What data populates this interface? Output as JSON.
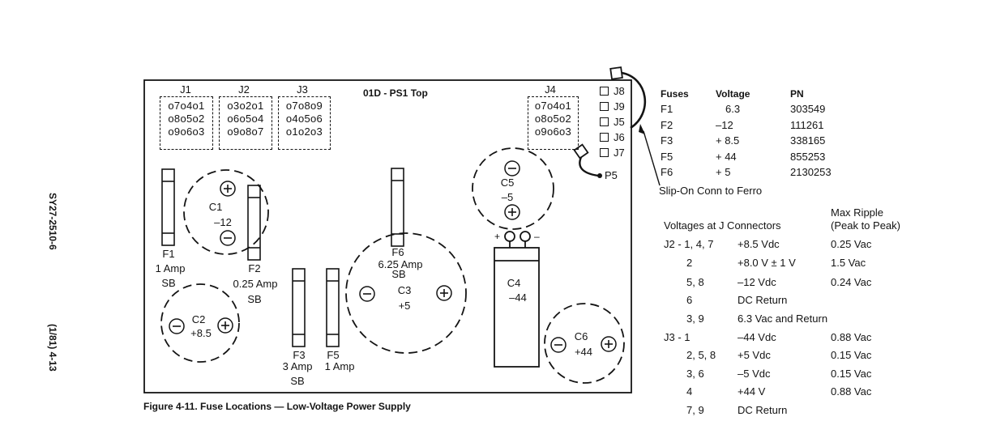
{
  "side_labels": {
    "doc_id": "SY27-2510-6",
    "page": "(1/81)   4-13"
  },
  "board": {
    "title": "01D - PS1 Top",
    "connectors": [
      {
        "name": "J1",
        "rows": [
          "o7o4o1",
          "o8o5o2",
          "o9o6o3"
        ]
      },
      {
        "name": "J2",
        "rows": [
          "o3o2o1",
          "o6o5o4",
          "o9o8o7"
        ]
      },
      {
        "name": "J3",
        "rows": [
          "o7o8o9",
          "o4o5o6",
          "o1o2o3"
        ]
      },
      {
        "name": "J4",
        "rows": [
          "o7o4o1",
          "o8o5o2",
          "o9o6o3"
        ]
      }
    ],
    "jacks": [
      "J8",
      "J9",
      "J5",
      "J6",
      "J7"
    ],
    "p5": "P5",
    "fuses": {
      "f1": {
        "name": "F1",
        "rating": "1 Amp",
        "type": "SB"
      },
      "f2": {
        "name": "F2",
        "rating": "0.25 Amp",
        "type": "SB"
      },
      "f3": {
        "name": "F3",
        "rating": "3 Amp",
        "type": "SB"
      },
      "f5": {
        "name": "F5",
        "rating": "1 Amp"
      },
      "f6": {
        "name": "F6",
        "rating": "6.25 Amp",
        "type": "SB"
      }
    },
    "capacitors": {
      "c1": {
        "name": "C1",
        "value": "–12"
      },
      "c2": {
        "name": "C2",
        "value": "+8.5"
      },
      "c3": {
        "name": "C3",
        "value": "+5"
      },
      "c4": {
        "name": "C4",
        "value": "–44"
      },
      "c5": {
        "name": "C5",
        "value": "–5"
      },
      "c6": {
        "name": "C6",
        "value": "+44"
      }
    },
    "c4_terminals": {
      "plus": "+",
      "minus": "–"
    },
    "polarity": {
      "plus": "+",
      "minus": "–"
    }
  },
  "figure_caption": "Figure 4-11.  Fuse Locations — Low-Voltage Power Supply",
  "fuse_table": {
    "headers": [
      "Fuses",
      "Voltage",
      "PN"
    ],
    "rows": [
      [
        "F1",
        "6.3",
        "303549"
      ],
      [
        "F2",
        "–12",
        "111261"
      ],
      [
        "F3",
        "+ 8.5",
        "338165"
      ],
      [
        "F5",
        "+ 44",
        "855253"
      ],
      [
        "F6",
        "+ 5",
        "2130253"
      ]
    ]
  },
  "slip_on_label": "Slip-On Conn to Ferro",
  "j_table": {
    "header_left": "Voltages at J Connectors",
    "header_right_1": "Max Ripple",
    "header_right_2": "(Peak to Peak)",
    "rows": [
      [
        "J2 - 1, 4, 7",
        "+8.5 Vdc",
        "0.25 Vac"
      ],
      [
        "2",
        "+8.0 V ± 1 V",
        "1.5 Vac"
      ],
      [
        "5, 8",
        "–12 Vdc",
        "0.24 Vac"
      ],
      [
        "6",
        "DC Return",
        ""
      ],
      [
        "3, 9",
        "6.3 Vac and Return",
        ""
      ],
      [
        "J3 - 1",
        "–44 Vdc",
        "0.88 Vac"
      ],
      [
        "2, 5, 8",
        "+5 Vdc",
        "0.15 Vac"
      ],
      [
        "3, 6",
        "–5 Vdc",
        "0.15 Vac"
      ],
      [
        "4",
        "+44 V",
        "0.88 Vac"
      ],
      [
        "7, 9",
        "DC Return",
        ""
      ]
    ]
  }
}
